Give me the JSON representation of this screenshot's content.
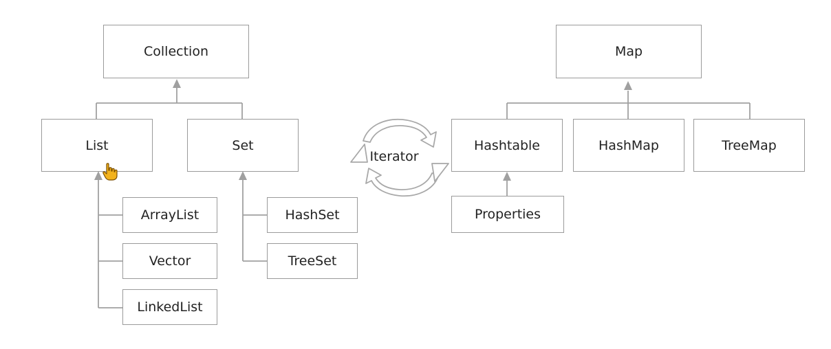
{
  "nodes": {
    "collection": "Collection",
    "list": "List",
    "set": "Set",
    "arraylist": "ArrayList",
    "vector": "Vector",
    "linkedlist": "LinkedList",
    "hashset": "HashSet",
    "treeset": "TreeSet",
    "map": "Map",
    "hashtable": "Hashtable",
    "hashmap": "HashMap",
    "treemap": "TreeMap",
    "properties": "Properties"
  },
  "iterator": "Iterator",
  "colors": {
    "line": "#a0a0a0",
    "border": "#9a9a9a",
    "text": "#222222",
    "cursor": "#f2b21c"
  },
  "icons": {
    "cursor": "hand-pointer-icon",
    "cycle": "cycle-arrows-icon"
  }
}
